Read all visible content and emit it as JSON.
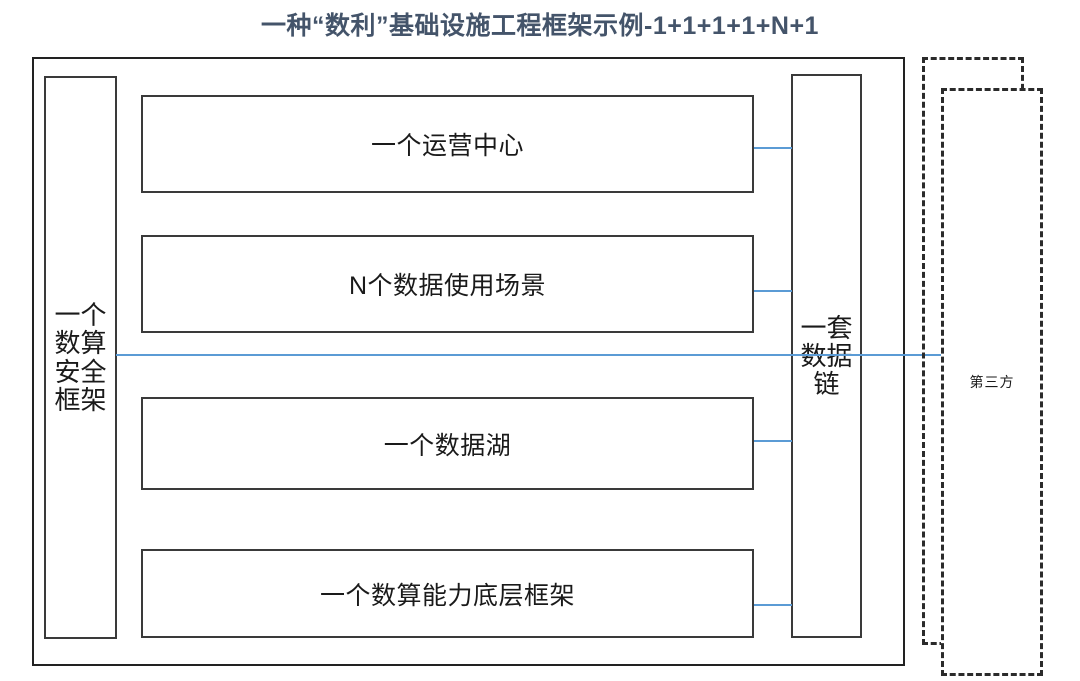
{
  "diagram": {
    "title": "一种“数利”基础设施工程框架示例-1+1+1+1+N+1",
    "title_color": "#44546A",
    "connector_color": "#5B9BD5",
    "border_color": "#3a3a3a",
    "left_pillar": {
      "text": "一个数算安全框架",
      "lines": [
        "一个",
        "数算",
        "安全",
        "框架"
      ]
    },
    "right_pillar": {
      "text": "一套数据链",
      "lines": [
        "一套",
        "数据",
        "链"
      ]
    },
    "center_boxes": [
      {
        "label": "一个运营中心"
      },
      {
        "label": "N个数据使用场景"
      },
      {
        "label": "一个数据湖"
      },
      {
        "label": "一个数算能力底层框架"
      }
    ],
    "third_party": {
      "label": "第三方"
    }
  }
}
